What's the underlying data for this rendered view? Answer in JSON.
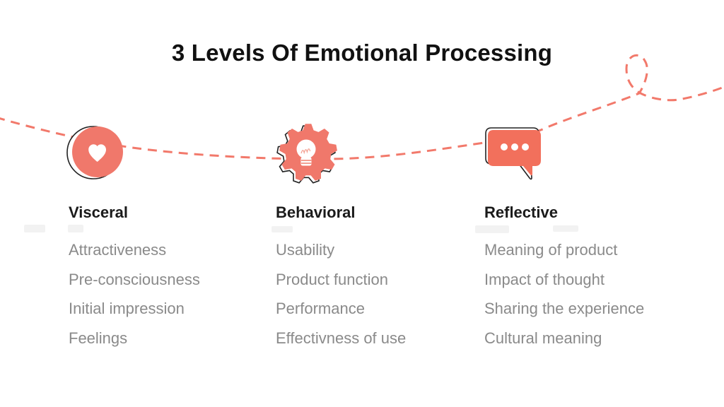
{
  "title": "3 Levels Of Emotional Processing",
  "colors": {
    "coral": "#F0786B",
    "coral_bubble": "#F2705C",
    "dash_line": "#F2796B",
    "outline_black": "#222222",
    "heading_text": "#1A1A1A",
    "item_text": "#8A8A8A",
    "icon_inner_white": "#FFFFFF",
    "bulb_line_pink": "#F3A092"
  },
  "columns": [
    {
      "icon": "heart-icon",
      "heading": "Visceral",
      "items": [
        "Attractiveness",
        "Pre-consciousness",
        "Initial impression",
        "Feelings"
      ]
    },
    {
      "icon": "gear-lightbulb-icon",
      "heading": "Behavioral",
      "items": [
        "Usability",
        "Product function",
        "Performance",
        "Effectivness of use"
      ]
    },
    {
      "icon": "chat-bubble-icon",
      "heading": "Reflective",
      "items": [
        "Meaning of product",
        "Impact of thought",
        "Sharing the experience",
        "Cultural meaning"
      ]
    }
  ]
}
